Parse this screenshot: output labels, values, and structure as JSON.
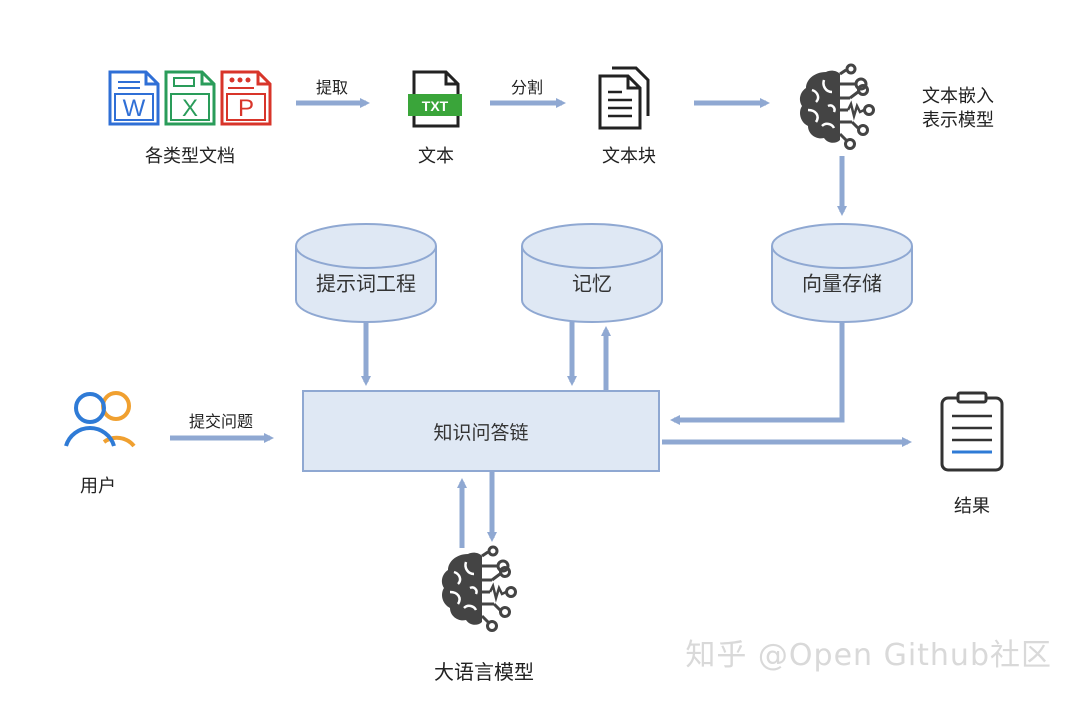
{
  "top_row": {
    "docs_label": "各类型文档",
    "extract_label": "提取",
    "text_label": "文本",
    "txt_badge": "TXT",
    "split_label": "分割",
    "chunk_label": "文本块",
    "embed_label_line1": "文本嵌入",
    "embed_label_line2": "表示模型",
    "doc_icons": [
      "W",
      "X",
      "P"
    ]
  },
  "stores": {
    "prompt": "提示词工程",
    "memory": "记忆",
    "vector": "向量存储"
  },
  "center": {
    "chain": "知识问答链",
    "user_label": "用户",
    "ask_label": "提交问题",
    "result_label": "结果",
    "llm_label": "大语言模型"
  },
  "watermark": "知乎 @Open Github社区",
  "colors": {
    "arrow": "#8fa8d2",
    "box_fill": "#dfe8f4",
    "cyl_fill": "#dfe8f4",
    "word": "#2f6fd6",
    "excel": "#2a9c5a",
    "ppt": "#d8352a",
    "txt": "#3aa53a",
    "user_blue": "#2f7bd6",
    "user_orange": "#f0a030"
  }
}
